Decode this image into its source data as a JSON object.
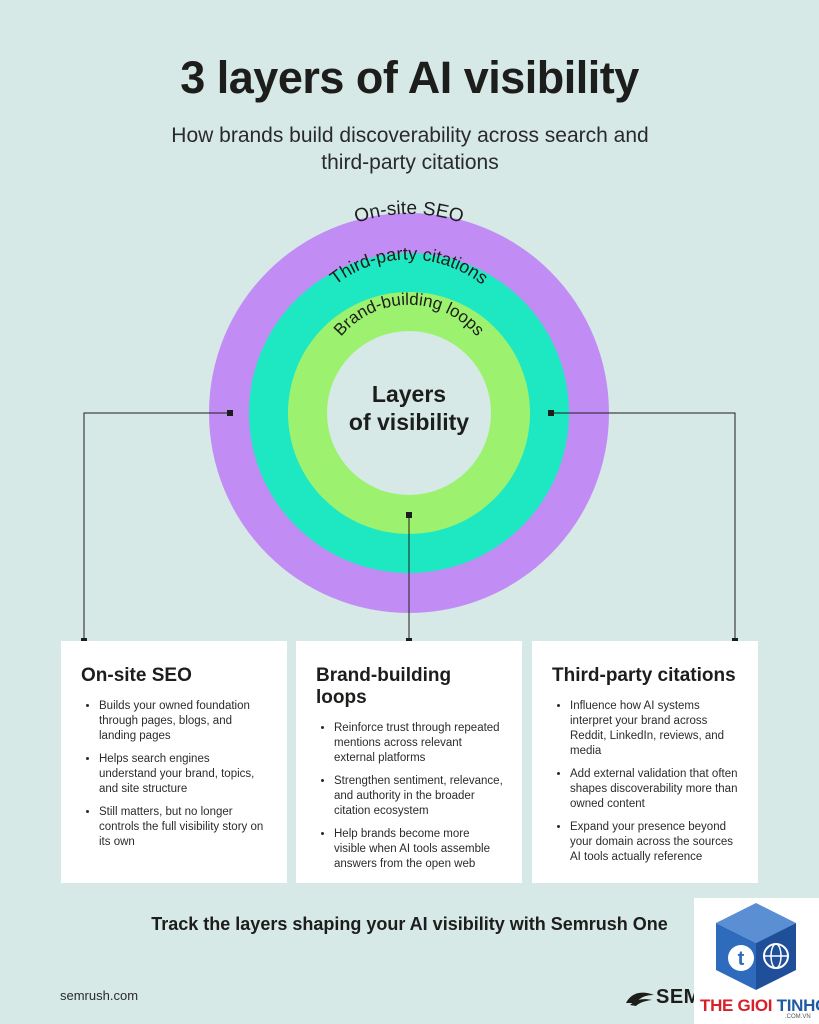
{
  "header": {
    "title": "3 layers of AI visibility",
    "subtitle": "How brands build discoverability across search and third-party citations"
  },
  "diagram": {
    "rings": [
      {
        "label": "On-site SEO",
        "color": "#c18df5"
      },
      {
        "label": "Third-party citations",
        "color": "#1ee8c1"
      },
      {
        "label": "Brand-building loops",
        "color": "#9cf26f"
      }
    ],
    "center_line1": "Layers",
    "center_line2": "of visibility",
    "connector_color": "#1d1d1b"
  },
  "cards": [
    {
      "title": "On-site SEO",
      "bullets": [
        "Builds your owned foundation through pages, blogs, and landing pages",
        "Helps search engines understand your brand, topics, and site structure",
        "Still matters, but no longer controls the full visibility story on its own"
      ]
    },
    {
      "title": "Brand-building loops",
      "bullets": [
        "Reinforce trust through repeated mentions across relevant external platforms",
        "Strengthen sentiment, relevance, and authority in the broader citation ecosystem",
        "Help brands become more visible when AI tools assemble answers from the open web"
      ]
    },
    {
      "title": "Third-party citations",
      "bullets": [
        "Influence how AI systems interpret your brand across Reddit, LinkedIn, reviews, and media",
        "Add external validation that often shapes discoverability more than owned content",
        "Expand your presence beyond your domain across the sources AI tools actually reference"
      ]
    }
  ],
  "footer": {
    "cta": "Track the layers shaping your AI visibility with Semrush One",
    "site": "semrush.com",
    "brand": "SEMRUSH"
  },
  "watermark": {
    "text_part1": "THE GIOI ",
    "text_part2": "TINHOC",
    "sub": ".COM.VN",
    "color_red": "#d6202a",
    "color_blue": "#1f5aa6"
  }
}
